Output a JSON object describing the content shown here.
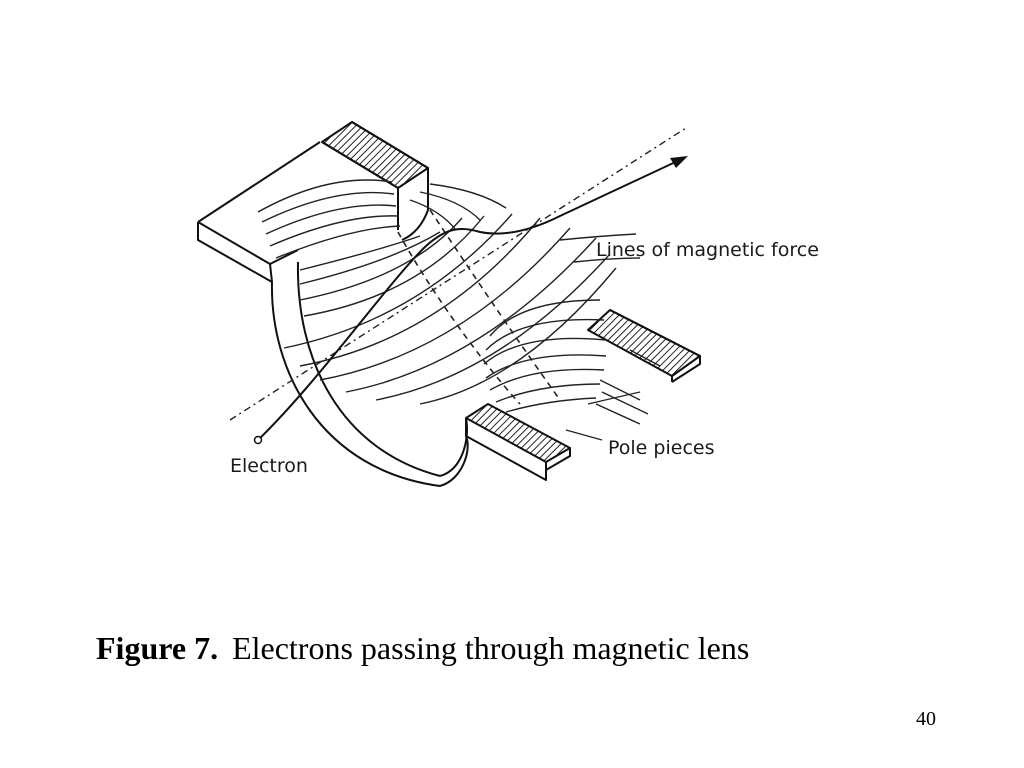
{
  "diagram": {
    "labels": {
      "field_lines": "Lines of magnetic force",
      "pole_pieces": "Pole pieces",
      "electron": "Electron"
    }
  },
  "caption": {
    "figure_label": "Figure 7.",
    "text": "Electrons passing through magnetic lens"
  },
  "page_number": "40"
}
